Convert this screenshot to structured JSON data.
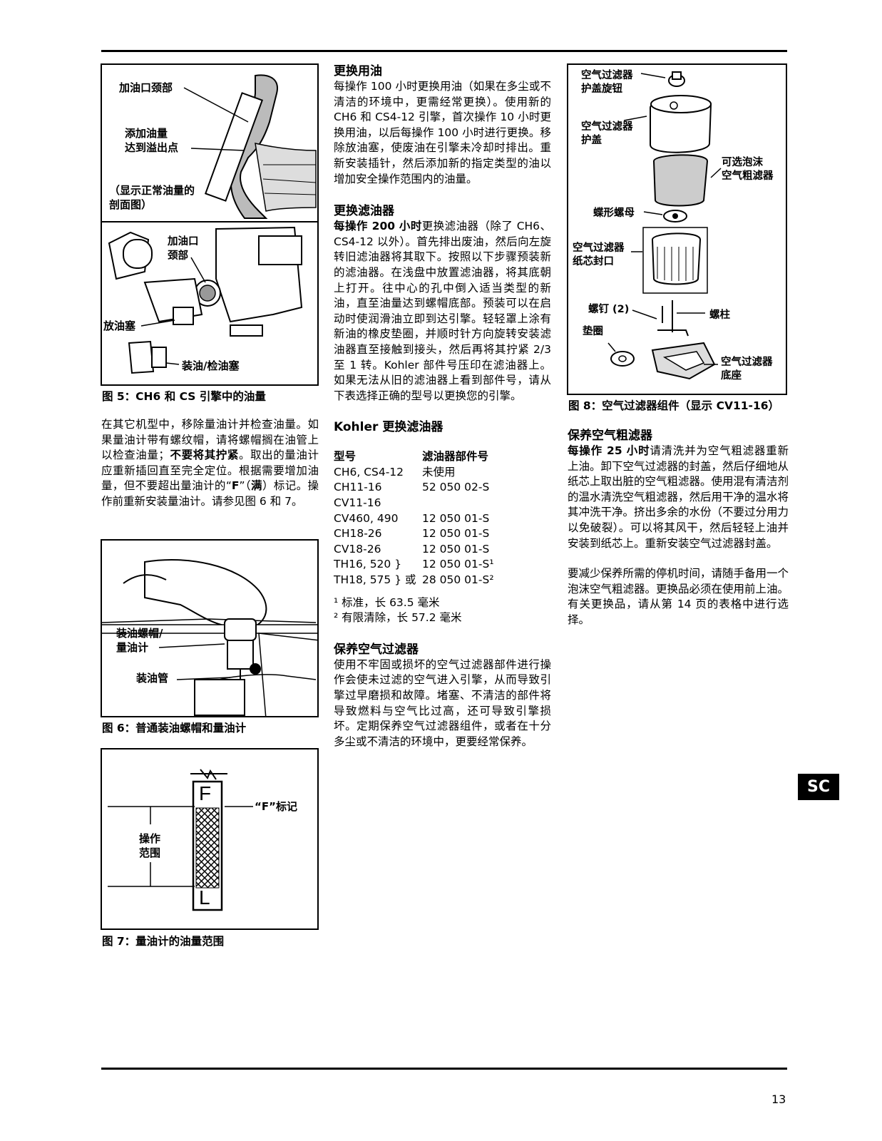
{
  "fig5": {
    "label_neck": "加油口颈部",
    "label_fill": "添加油量\n达到溢出点",
    "label_section": "（显示正常油量的\n剖面图）",
    "label_neck2": "加油口\n颈部",
    "label_drain": "放油塞",
    "label_plug": "装油/检油塞",
    "caption": "图 5：CH6 和 CS 引擎中的油量"
  },
  "col1_para": {
    "part1": "在其它机型中，移除量油计并检查油量。如果量油计带有螺纹帽，请将螺帽搁在油管上以检查油量；",
    "bold1": "不要将其拧紧",
    "part2": "。取出的量油计应重新插回直至完全定位。根据需要增加油量，但不要超出量油计的“",
    "bold2": "F",
    "part3": "”（",
    "bold3": "满",
    "part4": "）标记。操作前重新安装量油计。请参见图 6 和 7。"
  },
  "fig6": {
    "label_cap": "装油螺帽/\n量油计",
    "label_tube": "装油管",
    "caption": "图 6：普通装油螺帽和量油计"
  },
  "fig7": {
    "letter_f": "F",
    "letter_l": "L",
    "label_mark": "“F”标记",
    "label_range": "操作\n范围",
    "caption": "图 7：量油计的油量范围"
  },
  "oil_change": {
    "heading": "更换用油",
    "body": "每操作 100 小时更换用油（如果在多尘或不清洁的环境中，更需经常更换）。使用新的 CH6 和 CS4-12 引擎，首次操作 10 小时更换用油，以后每操作 100 小时进行更换。移除放油塞，使废油在引擎未冷却时排出。重新安装插针，然后添加新的指定类型的油以增加安全操作范围内的油量。"
  },
  "filter_change": {
    "heading": "更换滤油器",
    "bold_lead": "每操作 200 小时",
    "body": "更换滤油器（除了 CH6、CS4-12 以外）。首先排出废油，然后向左旋转旧滤油器将其取下。按照以下步骤预装新的滤油器。在浅盘中放置滤油器，将其底朝上打开。往中心的孔中倒入适当类型的新油，直至油量达到螺帽底部。预装可以在启动时使润滑油立即到达引擎。轻轻罩上涂有新油的橡皮垫圈，并顺时针方向旋转安装滤油器直至接触到接头，然后再将其拧紧 2/3 至 1 转。Kohler 部件号压印在滤油器上。如果无法从旧的滤油器上看到部件号，请从下表选择正确的型号以更换您的引擎。"
  },
  "kohler_table": {
    "heading": "Kohler 更换滤油器",
    "col_model": "型号",
    "col_part": "滤油器部件号",
    "rows": [
      [
        "CH6, CS4-12",
        "未使用"
      ],
      [
        "CH11-16",
        "52 050 02-S"
      ],
      [
        "CV11-16",
        ""
      ],
      [
        "CV460, 490",
        "12 050 01-S"
      ],
      [
        "CH18-26",
        "12 050 01-S"
      ],
      [
        "CV18-26",
        "12 050 01-S"
      ],
      [
        "TH16, 520 }",
        "12 050 01-S¹"
      ],
      [
        "TH18, 575 } 或",
        "28 050 01-S²"
      ]
    ],
    "note1": "¹ 标准，长 63.5 毫米",
    "note2": "² 有限清除，长 57.2 毫米"
  },
  "air_filter": {
    "heading": "保养空气过滤器",
    "body": "使用不牢固或损坏的空气过滤器部件进行操作会使未过滤的空气进入引擎，从而导致引擎过早磨损和故障。堵塞、不清洁的部件将导致燃料与空气比过高，还可导致引擎损坏。定期保养空气过滤器组件，或者在十分多尘或不清洁的环境中，更要经常保养。"
  },
  "fig8": {
    "label_knob": "空气过滤器\n护盖旋钮",
    "label_cover": "空气过滤器\n护盖",
    "label_foam": "可选泡沫\n空气粗滤器",
    "label_wingnut": "蝶形螺母",
    "label_seal": "空气过滤器\n纸芯封口",
    "label_screw": "螺钉 (2)",
    "label_stud": "螺柱",
    "label_gasket": "垫圈",
    "label_base": "空气过滤器\n底座",
    "caption": "图 8：空气过滤器组件（显示 CV11-16）"
  },
  "precleaner": {
    "heading": "保养空气粗滤器",
    "bold_lead": "每操作 25 小时",
    "body": "请清洗并为空气粗滤器重新上油。卸下空气过滤器的封盖，然后仔细地从纸芯上取出脏的空气粗滤器。使用混有清洁剂的温水清洗空气粗滤器，然后用干净的温水将其冲洗干净。挤出多余的水份（不要过分用力以免破裂）。可以将其风干，然后轻轻上油并安装到纸芯上。重新安装空气过滤器封盖。",
    "body2": "要减少保养所需的停机时间，请随手备用一个泡沫空气粗滤器。更换品必须在使用前上油。有关更换品，请从第 14 页的表格中进行选择。"
  },
  "side_tab": "SC",
  "page_number": "13"
}
